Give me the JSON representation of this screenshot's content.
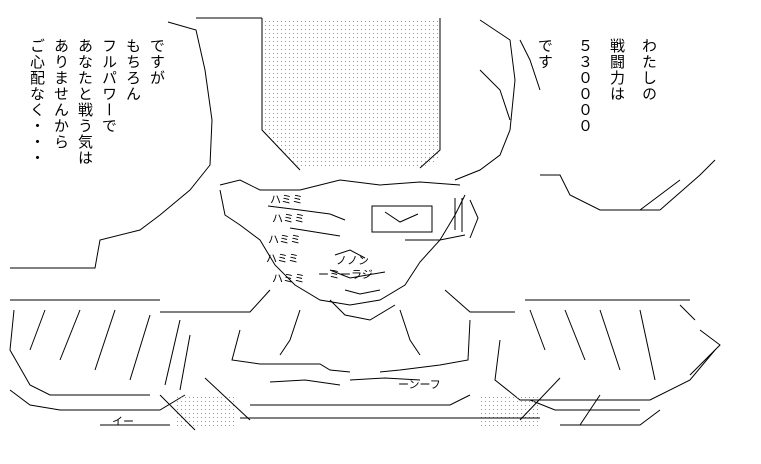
{
  "quote_left": {
    "lines": [
      "ですが",
      "もちろん",
      "フルパワーで",
      "あなたと戦う気は",
      "ありませんから",
      "ご心配なく・・・"
    ]
  },
  "quote_right": {
    "lines": [
      "わたしの",
      "戦闘力は",
      "５３００００",
      "です"
    ]
  },
  "art": {
    "labels": [
      "ハミミ",
      "ハミミ",
      "ハミミ",
      "ハミミ",
      "ハミミ",
      "ノノン",
      "イー",
      "ーミーラジ",
      "ーンーフ"
    ],
    "colors": {
      "ink": "#000000",
      "paper": "#ffffff"
    }
  }
}
